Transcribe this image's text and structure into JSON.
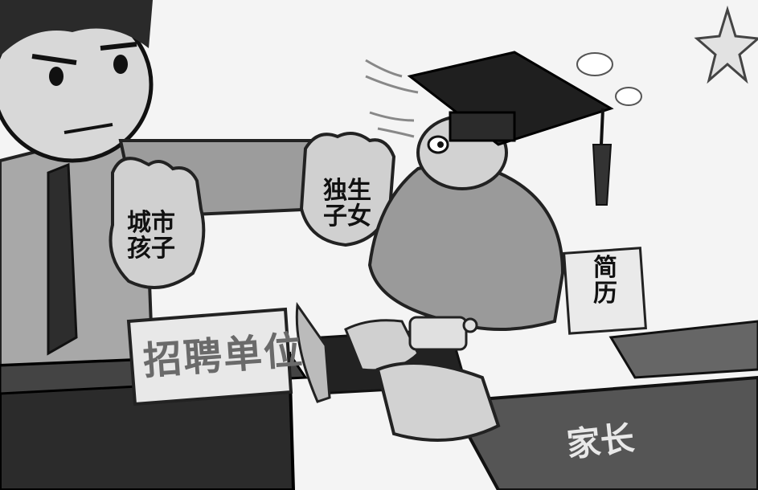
{
  "labels": {
    "left_hand_line1": "城市",
    "left_hand_line2": "孩子",
    "right_hand_line1": "独生",
    "right_hand_line2": "子女",
    "resume_line1": "简",
    "resume_line2": "历",
    "desk_sign": "招聘单位",
    "parent_arm": "家长"
  },
  "colors": {
    "paper": "#f4f4f4",
    "dark_suit": "#3a3a3a",
    "gray_suit": "#9a9a9a",
    "skin": "#cfcfcf",
    "desk": "#2b2b2b",
    "sign_bg": "#e8e8e8",
    "sign_text": "#6a6a6a"
  }
}
